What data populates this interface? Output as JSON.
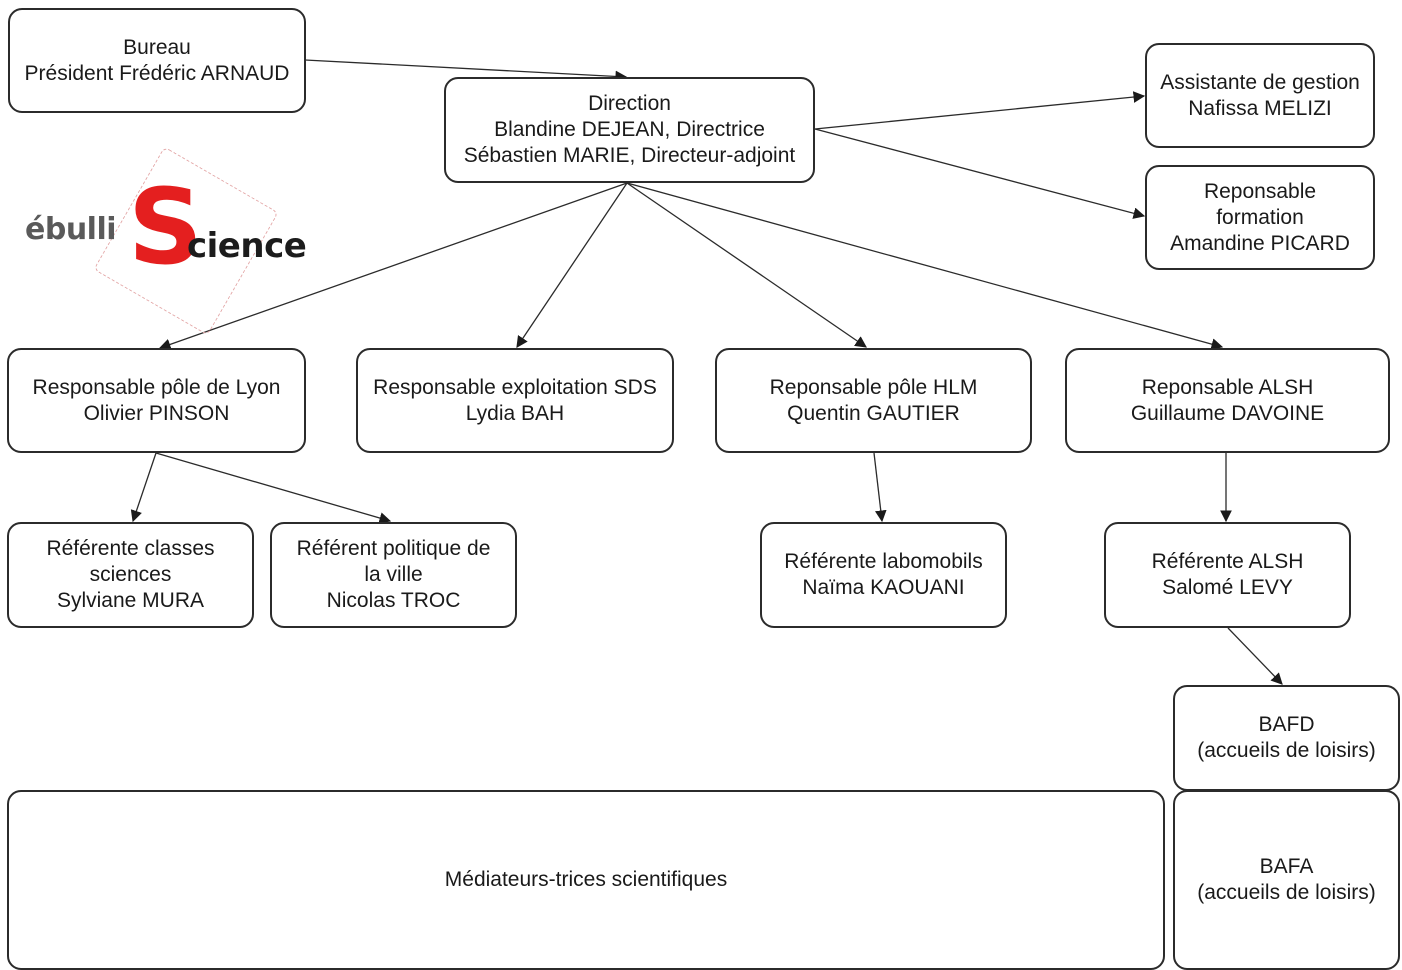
{
  "logo": {
    "part1": "ébulli",
    "mark": "S",
    "part2": "cience",
    "mark_color": "#e41f1f"
  },
  "nodes": {
    "bureau": [
      "Bureau",
      "Président Frédéric ARNAUD"
    ],
    "direction": [
      "Direction",
      "Blandine DEJEAN, Directrice",
      "Sébastien MARIE, Directeur-adjoint"
    ],
    "assistante": [
      "Assistante de gestion",
      "Nafissa MELIZI"
    ],
    "formation": [
      "Reponsable",
      "formation",
      "Amandine PICARD"
    ],
    "lyon": [
      "Responsable pôle de Lyon",
      "Olivier PINSON"
    ],
    "sds": [
      "Responsable exploitation SDS",
      "Lydia BAH"
    ],
    "hlm": [
      "Reponsable pôle HLM",
      "Quentin GAUTIER"
    ],
    "alsh": [
      "Reponsable ALSH",
      "Guillaume DAVOINE"
    ],
    "classes": [
      "Référente classes",
      "sciences",
      "Sylviane MURA"
    ],
    "politique": [
      "Référent politique de",
      "la ville",
      "Nicolas TROC"
    ],
    "labomobils": [
      "Référente labomobils",
      "Naïma KAOUANI"
    ],
    "ref_alsh": [
      "Référente ALSH",
      "Salomé LEVY"
    ],
    "bafd": [
      "BAFD",
      "(accueils de loisirs)"
    ],
    "mediateurs": [
      "Médiateurs-trices scientifiques"
    ],
    "bafa": [
      "BAFA",
      "(accueils de loisirs)"
    ]
  }
}
